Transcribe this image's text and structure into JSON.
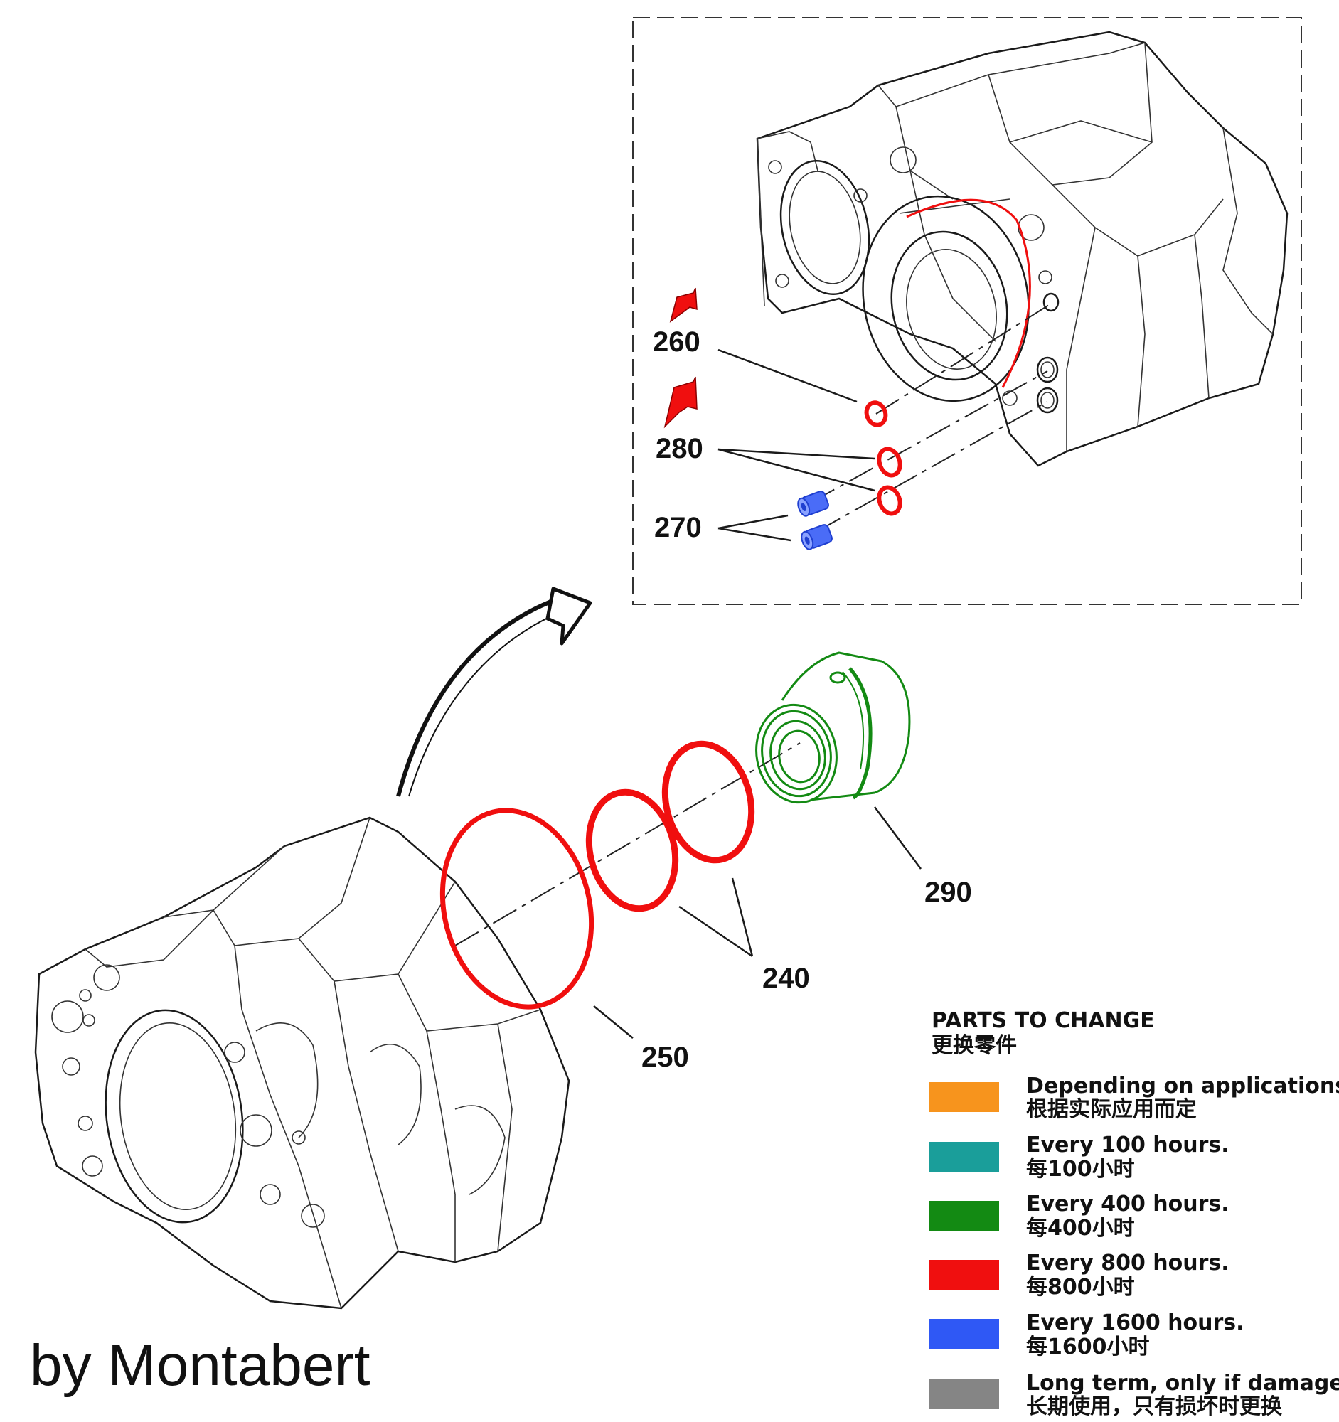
{
  "callouts": {
    "c260": "260",
    "c280": "280",
    "c270": "270",
    "c290": "290",
    "c240": "240",
    "c250": "250"
  },
  "legend": {
    "title": "PARTS TO CHANGE",
    "subtitle": "更换零件",
    "items": [
      {
        "label": "Depending on applications.",
        "label_cn": "根据实际应用而定",
        "color": "#f7941d"
      },
      {
        "label": "Every 100 hours.",
        "label_cn": "每100小时",
        "color": "#1a9e9a"
      },
      {
        "label": "Every 400 hours.",
        "label_cn": "每400小时",
        "color": "#138a13"
      },
      {
        "label": "Every 800 hours.",
        "label_cn": "每800小时",
        "color": "#f00f0f"
      },
      {
        "label": "Every 1600 hours.",
        "label_cn": "每1600小时",
        "color": "#2f58f5"
      },
      {
        "label": "Long term, only if damaged.",
        "label_cn": "长期使用，只有损坏时更换",
        "color": "#858585"
      }
    ]
  },
  "credit": "by Montabert",
  "colors": {
    "seal_red": "#f00f0f",
    "bushing_green": "#138a13",
    "plug_blue": "#2f58f5",
    "line": "#1a1a1a"
  }
}
